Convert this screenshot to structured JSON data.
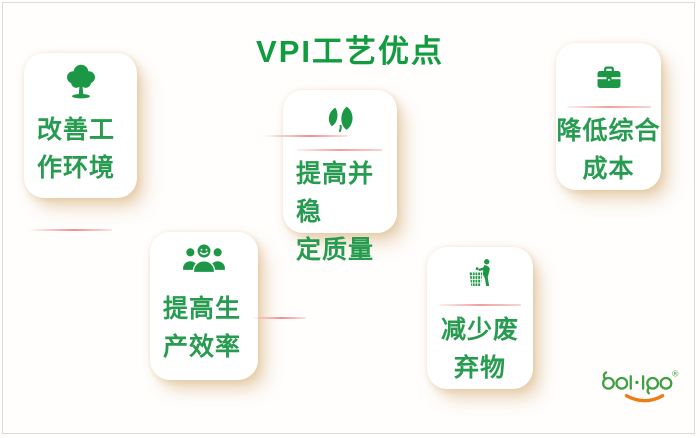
{
  "page": {
    "title": "VPI工艺优点",
    "background_color": "#fffefd",
    "frame_border_color": "#d8dcd2",
    "title_color": "#129c40",
    "text_color": "#279c50",
    "accent_line_color": "#ee8585",
    "card_shadow_color": "#e0c49b"
  },
  "cards": [
    {
      "id": "improve-environment",
      "icon": "tree-icon",
      "line1": "改善工",
      "line2": "作环境"
    },
    {
      "id": "stabilize-quality",
      "icon": "leaf-icon",
      "line1": "提高并稳",
      "line2": "定质量"
    },
    {
      "id": "reduce-cost",
      "icon": "briefcase-icon",
      "line1": "降低综合",
      "line2": "成本"
    },
    {
      "id": "improve-efficiency",
      "icon": "people-icon",
      "line1": "提高生",
      "line2": "产效率"
    },
    {
      "id": "reduce-waste",
      "icon": "trash-icon",
      "line1": "减少废",
      "line2": "弃物"
    }
  ],
  "logo": {
    "wordmark": "OOI·IQO",
    "registered": "®",
    "green": "#3f9f42",
    "orange": "#ee7d17"
  }
}
